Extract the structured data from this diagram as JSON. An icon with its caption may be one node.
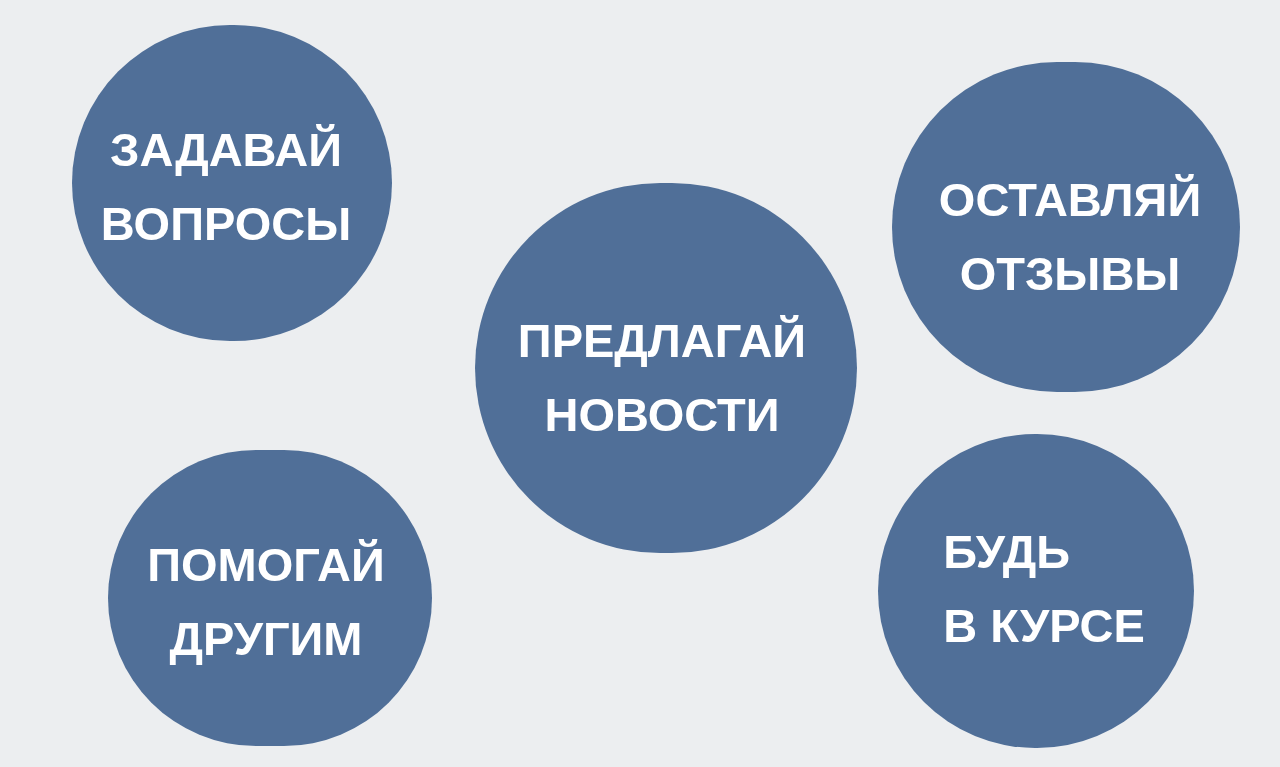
{
  "diagram": {
    "nodes": [
      {
        "text": [
          "ЗАДАВАЙ ВОПРОСЫ"
        ]
      },
      {
        "text": [
          "ОСТАВЛЯЙ ОТЗЫВЫ"
        ]
      },
      {
        "text": [
          "ПРЕДЛАГАЙ НОВОСТИ"
        ]
      },
      {
        "text": [
          "ПОМОГАЙ ДРУГИМ"
        ]
      },
      {
        "text": [
          "БУДЬ В КУРСЕ"
        ]
      }
    ]
  }
}
